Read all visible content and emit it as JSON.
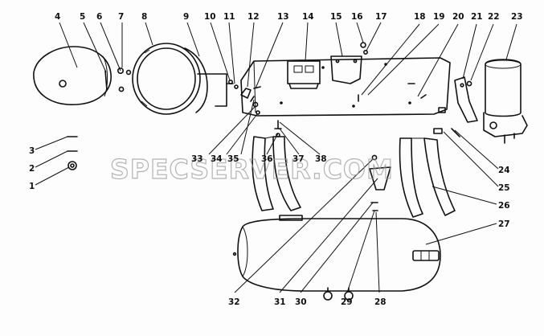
{
  "watermark": "SPECSERVER.COM",
  "callouts": [
    "1",
    "2",
    "3",
    "4",
    "5",
    "6",
    "7",
    "8",
    "9",
    "10",
    "11",
    "12",
    "13",
    "14",
    "15",
    "16",
    "17",
    "18",
    "19",
    "20",
    "21",
    "22",
    "23",
    "24",
    "25",
    "26",
    "27",
    "28",
    "29",
    "30",
    "31",
    "32",
    "33",
    "34",
    "35",
    "36",
    "37",
    "38"
  ]
}
